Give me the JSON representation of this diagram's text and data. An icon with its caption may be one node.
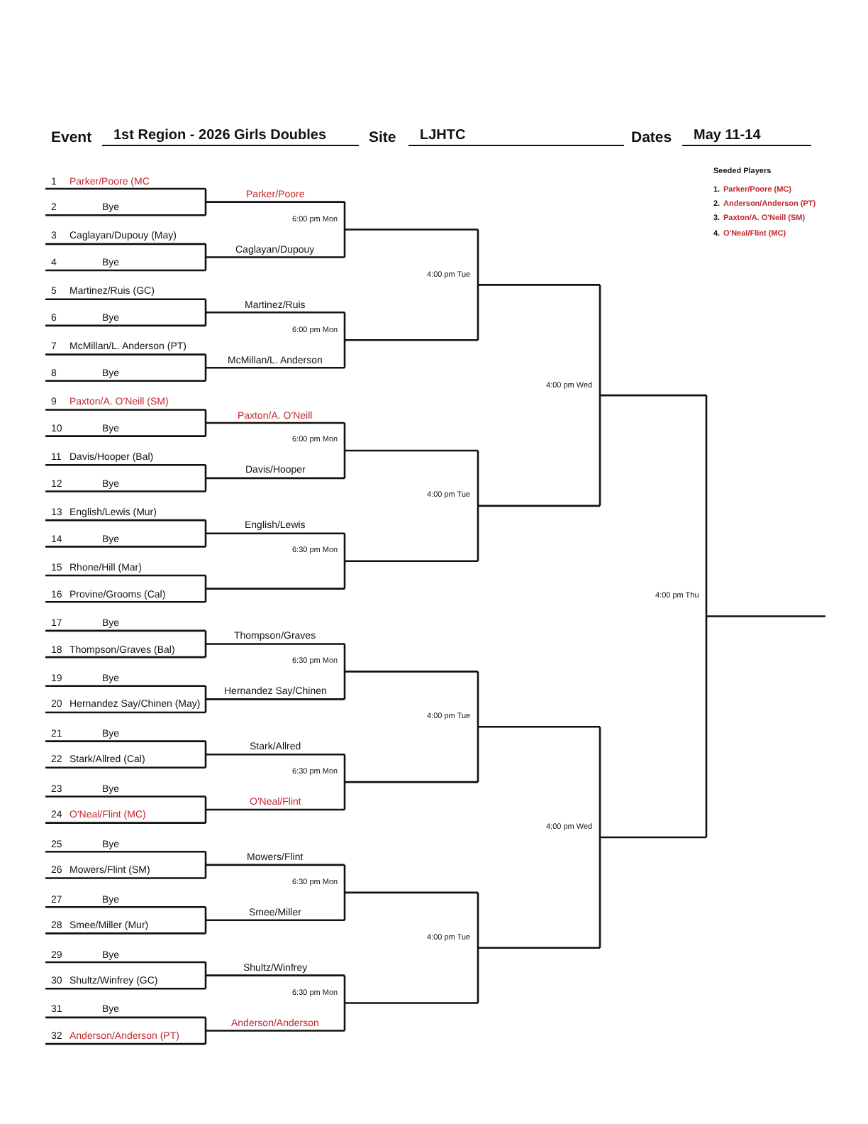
{
  "diagram": {
    "labels": [
      "Event",
      "1st Region - 2026 Girls Doubles",
      "Site",
      "LJHTC",
      "Dates",
      "May 11-14",
      "Seeded Players",
      "1.",
      "Parker/Poore (MC)",
      "2.",
      "Anderson/Anderson (PT)",
      "3.",
      "Paxton/A. O'Neill (SM)",
      "4.",
      "O'Neal/Flint (MC)",
      "1",
      "Parker/Poore (MC",
      "2",
      "Bye",
      "3",
      "Caglayan/Dupouy (May)",
      "4",
      "Bye",
      "5",
      "Martinez/Ruis (GC)",
      "6",
      "Bye",
      "7",
      "McMillan/L. Anderson (PT)",
      "8",
      "Bye",
      "9",
      "Paxton/A. O'Neill (SM)",
      "10",
      "Bye",
      "11",
      "Davis/Hooper (Bal)",
      "12",
      "Bye",
      "13",
      "English/Lewis (Mur)",
      "14",
      "Bye",
      "15",
      "Rhone/Hill (Mar)",
      "16",
      "Provine/Grooms (Cal)",
      "17",
      "Bye",
      "18",
      "Thompson/Graves (Bal)",
      "19",
      "Bye",
      "20",
      "Hernandez Say/Chinen (May)",
      "21",
      "Bye",
      "22",
      "Stark/Allred (Cal)",
      "23",
      "Bye",
      "24",
      "O'Neal/Flint (MC)",
      "25",
      "Bye",
      "26",
      "Mowers/Flint (SM)",
      "27",
      "Bye",
      "28",
      "Smee/Miller (Mur)",
      "29",
      "Bye",
      "30",
      "Shultz/Winfrey (GC)",
      "31",
      "Bye",
      "32",
      "Anderson/Anderson (PT)",
      "Parker/Poore",
      "Caglayan/Dupouy",
      "Martinez/Ruis",
      "McMillan/L. Anderson",
      "Paxton/A. O'Neill",
      "Davis/Hooper",
      "English/Lewis",
      "Thompson/Graves",
      "Hernandez Say/Chinen",
      "Stark/Allred",
      "O'Neal/Flint",
      "Mowers/Flint",
      "Smee/Miller",
      "Shultz/Winfrey",
      "Anderson/Anderson",
      "6:00 pm Mon",
      "6:00 pm Mon",
      "6:00 pm Mon",
      "6:30 pm Mon",
      "6:30 pm Mon",
      "6:30 pm Mon",
      "6:30 pm Mon",
      "6:30 pm Mon",
      "4:00 pm Tue",
      "4:00 pm Tue",
      "4:00 pm Tue",
      "4:00 pm Tue",
      "4:00 pm Wed",
      "4:00 pm Wed",
      "4:00 pm Thu"
    ]
  }
}
